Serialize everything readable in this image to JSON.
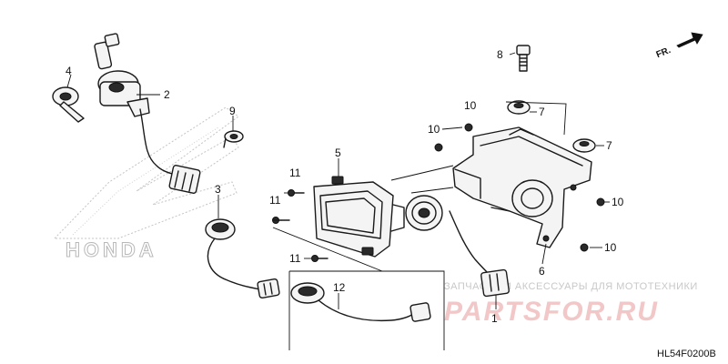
{
  "diagram": {
    "part_callouts": [
      "1",
      "2",
      "3",
      "4",
      "5",
      "6",
      "7",
      "8",
      "9",
      "10",
      "11",
      "12"
    ],
    "direction_label": "FR.",
    "brand_mark": "HONDA",
    "watermark_caption": "ЗАПЧАСТИ И АКСЕССУАРЫ ДЛЯ МОТОТЕХНИКИ",
    "watermark_site": "PARTSFOR.RU",
    "diagram_code": "HL54F0200B",
    "colors": {
      "ink": "#1a1a1a",
      "watermark_red": "#f2c7c7",
      "brand_gray": "#b8b8b8"
    }
  }
}
